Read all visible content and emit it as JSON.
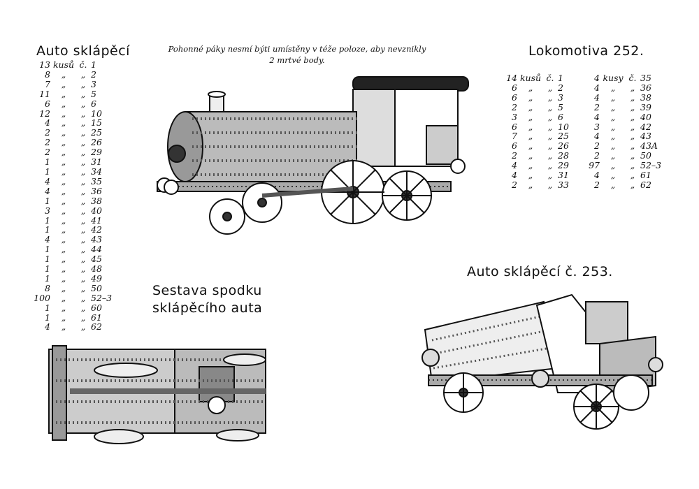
{
  "headings": {
    "auto_sklapeci": "Auto sklápěcí",
    "lokomotiva": "Lokomotiva 252.",
    "sestava_line1": "Sestava spodku",
    "sestava_line2": "sklápěcího auta",
    "auto_253": "Auto sklápěcí č. 253."
  },
  "note": {
    "line1": "Pohonné páky nesmí býti umístěny v téže  poloze, aby  nevznikly",
    "line2": "2 mrtvé body."
  },
  "auto_parts": [
    {
      "qty": "13",
      "unit": "kusů",
      "c": "č.",
      "no": "1"
    },
    {
      "qty": "8",
      "unit": "„",
      "c": "„",
      "no": "2"
    },
    {
      "qty": "7",
      "unit": "„",
      "c": "„",
      "no": "3"
    },
    {
      "qty": "11",
      "unit": "„",
      "c": "„",
      "no": "5"
    },
    {
      "qty": "6",
      "unit": "„",
      "c": "„",
      "no": "6"
    },
    {
      "qty": "12",
      "unit": "„",
      "c": "„",
      "no": "10"
    },
    {
      "qty": "4",
      "unit": "„",
      "c": "„",
      "no": "15"
    },
    {
      "qty": "2",
      "unit": "„",
      "c": "„",
      "no": "25"
    },
    {
      "qty": "2",
      "unit": "„",
      "c": "„",
      "no": "26"
    },
    {
      "qty": "2",
      "unit": "„",
      "c": "„",
      "no": "29"
    },
    {
      "qty": "1",
      "unit": "„",
      "c": "„",
      "no": "31"
    },
    {
      "qty": "1",
      "unit": "„",
      "c": "„",
      "no": "34"
    },
    {
      "qty": "4",
      "unit": "„",
      "c": "„",
      "no": "35"
    },
    {
      "qty": "4",
      "unit": "„",
      "c": "„",
      "no": "36"
    },
    {
      "qty": "1",
      "unit": "„",
      "c": "„",
      "no": "38"
    },
    {
      "qty": "3",
      "unit": "„",
      "c": "„",
      "no": "40"
    },
    {
      "qty": "1",
      "unit": "„",
      "c": "„",
      "no": "41"
    },
    {
      "qty": "1",
      "unit": "„",
      "c": "„",
      "no": "42"
    },
    {
      "qty": "4",
      "unit": "„",
      "c": "„",
      "no": "43"
    },
    {
      "qty": "1",
      "unit": "„",
      "c": "„",
      "no": "44"
    },
    {
      "qty": "1",
      "unit": "„",
      "c": "„",
      "no": "45"
    },
    {
      "qty": "1",
      "unit": "„",
      "c": "„",
      "no": "48"
    },
    {
      "qty": "1",
      "unit": "„",
      "c": "„",
      "no": "49"
    },
    {
      "qty": "8",
      "unit": "„",
      "c": "„",
      "no": "50"
    },
    {
      "qty": "100",
      "unit": "„",
      "c": "„",
      "no": "52–3"
    },
    {
      "qty": "1",
      "unit": "„",
      "c": "„",
      "no": "60"
    },
    {
      "qty": "1",
      "unit": "„",
      "c": "„",
      "no": "61"
    },
    {
      "qty": "4",
      "unit": "„",
      "c": "„",
      "no": "62"
    }
  ],
  "loko_parts_left": [
    {
      "qty": "14",
      "unit": "kusů",
      "c": "č.",
      "no": "1"
    },
    {
      "qty": "6",
      "unit": "„",
      "c": "„",
      "no": "2"
    },
    {
      "qty": "6",
      "unit": "„",
      "c": "„",
      "no": "3"
    },
    {
      "qty": "2",
      "unit": "„",
      "c": "„",
      "no": "5"
    },
    {
      "qty": "3",
      "unit": "„",
      "c": "„",
      "no": "6"
    },
    {
      "qty": "6",
      "unit": "„",
      "c": "„",
      "no": "10"
    },
    {
      "qty": "7",
      "unit": "„",
      "c": "„",
      "no": "25"
    },
    {
      "qty": "6",
      "unit": "„",
      "c": "„",
      "no": "26"
    },
    {
      "qty": "2",
      "unit": "„",
      "c": "„",
      "no": "28"
    },
    {
      "qty": "4",
      "unit": "„",
      "c": "„",
      "no": "29"
    },
    {
      "qty": "4",
      "unit": "„",
      "c": "„",
      "no": "31"
    },
    {
      "qty": "2",
      "unit": "„",
      "c": "„",
      "no": "33"
    }
  ],
  "loko_parts_right": [
    {
      "qty": "4",
      "unit": "kusy",
      "c": "č.",
      "no": "35"
    },
    {
      "qty": "4",
      "unit": "„",
      "c": "„",
      "no": "36"
    },
    {
      "qty": "4",
      "unit": "„",
      "c": "„",
      "no": "38"
    },
    {
      "qty": "2",
      "unit": "„",
      "c": "„",
      "no": "39"
    },
    {
      "qty": "4",
      "unit": "„",
      "c": "„",
      "no": "40"
    },
    {
      "qty": "3",
      "unit": "„",
      "c": "„",
      "no": "42"
    },
    {
      "qty": "4",
      "unit": "„",
      "c": "„",
      "no": "43"
    },
    {
      "qty": "2",
      "unit": "„",
      "c": "„",
      "no": "43A"
    },
    {
      "qty": "2",
      "unit": "„",
      "c": "„",
      "no": "50"
    },
    {
      "qty": "97",
      "unit": "„",
      "c": "„",
      "no": "52–3"
    },
    {
      "qty": "4",
      "unit": "„",
      "c": "„",
      "no": "61"
    },
    {
      "qty": "2",
      "unit": "„",
      "c": "„",
      "no": "62"
    }
  ]
}
